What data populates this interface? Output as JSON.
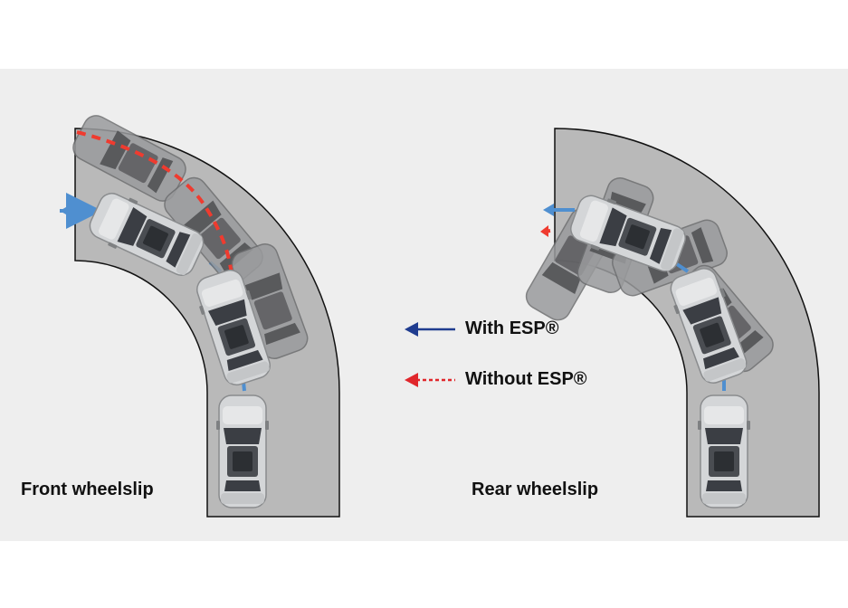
{
  "panels": {
    "front": {
      "caption": "Front wheelslip"
    },
    "rear": {
      "caption": "Rear wheelslip"
    }
  },
  "legend": {
    "with_esp": {
      "label": "With ESP®",
      "color": "#1f3c8f"
    },
    "without_esp": {
      "label": "Without ESP®",
      "color": "#e0262b"
    }
  },
  "colors": {
    "band": "#eeeeee",
    "road": "#b9b9b9",
    "road_edge": "#111111",
    "car_body": "#d2d4d6",
    "car_glass": "#3a3d42",
    "car_ghost": "#8f9092",
    "with_esp_path": "#4f8fd0",
    "without_esp_path": "#ef3b2f"
  }
}
